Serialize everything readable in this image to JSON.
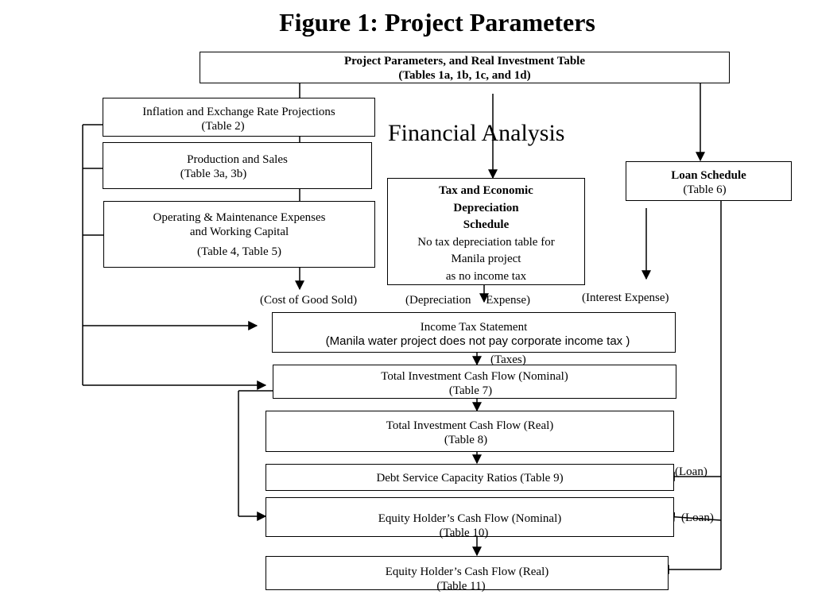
{
  "title": "Figure 1: Project Parameters",
  "section_label": "Financial  Analysis",
  "boxes": {
    "params": {
      "line1": "Project Parameters, and Real Investment Table",
      "line2": "(Tables 1a, 1b, 1c, and  1d)"
    },
    "inflation": {
      "line1": "Inflation  and Exchange Rate Projections",
      "line2": "(Table 2)"
    },
    "production": {
      "line1": "Production and Sales",
      "line2": "(Table 3a, 3b)"
    },
    "opex": {
      "line1": "Operating & Maintenance Expenses",
      "line2": "and Working Capital",
      "line3": "(Table 4, Table 5)"
    },
    "depreciation": {
      "line1": "Tax and Economic",
      "line2": "Depreciation",
      "line3": "Schedule",
      "line4": "No tax  depreciation table for",
      "line5": "Manila project",
      "line6": "as no income tax"
    },
    "loan": {
      "line1": "Loan Schedule",
      "line2": "(Table 6)"
    },
    "income_tax": {
      "line1": "Income Tax Statement",
      "line2": "(Manila water project does not pay corporate  income tax  )"
    },
    "tic_nominal": {
      "line1": "Total Investment Cash Flow (Nominal)",
      "line2": "(Table 7)"
    },
    "tic_real": {
      "line1": "Total Investment Cash Flow (Real)",
      "line2": "(Table 8)"
    },
    "dscr": {
      "line1": "Debt Service Capacity Ratios (Table  9)"
    },
    "equity_nominal": {
      "line1": "Equity Holder’s Cash Flow (Nominal)",
      "line2": "(Table 10)"
    },
    "equity_real": {
      "line1": "Equity Holder’s Cash Flow (Real)",
      "line2": "(Table 11)"
    }
  },
  "labels": {
    "cogs": "(Cost of Good Sold)",
    "depreciation_expense": "(Depreciation     Expense)",
    "interest_expense": "(Interest Expense)",
    "taxes": "(Taxes)",
    "loan_1": "(Loan)",
    "loan_2": "(Loan)"
  }
}
